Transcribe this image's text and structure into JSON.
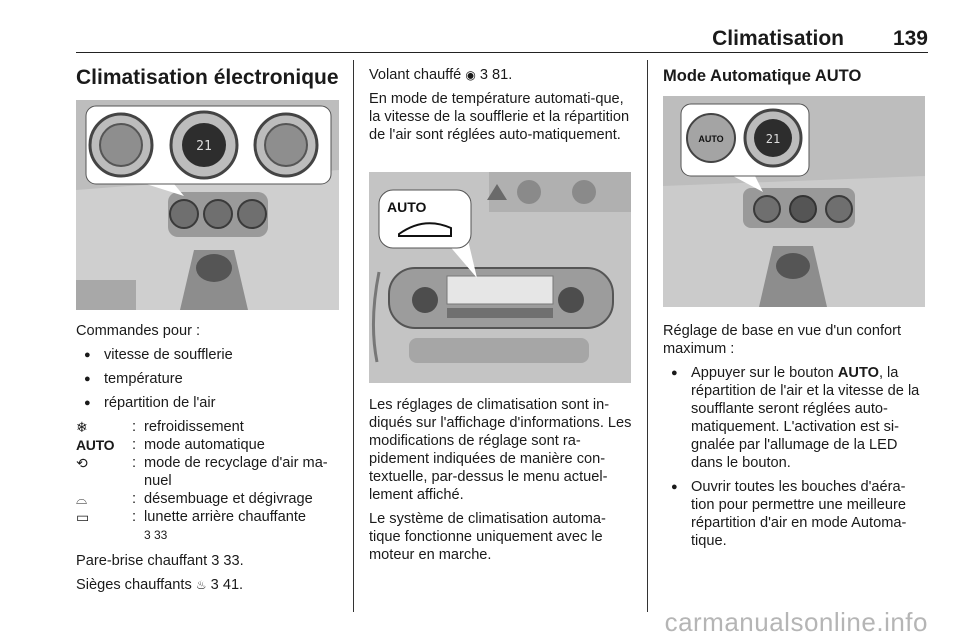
{
  "header": {
    "title": "Climatisation",
    "page": "139"
  },
  "col1": {
    "title": "Climatisation électronique",
    "intro": "Commandes pour :",
    "bullets": [
      "vitesse de soufflerie",
      "température",
      "répartition de l'air"
    ],
    "legend": [
      {
        "icon": "snowflake-icon",
        "symbol": "❄",
        "sep": ":",
        "text": "refroidissement"
      },
      {
        "icon": "auto-label",
        "symbol": "AUTO",
        "sep": ":",
        "text": "mode automatique"
      },
      {
        "icon": "recirculation-icon",
        "symbol": "⟲",
        "sep": ":",
        "text": "mode de recyclage d'air ma-nuel"
      },
      {
        "icon": "windscreen-defrost-icon",
        "symbol": "⌓",
        "sep": ":",
        "text": "désembuage et dégivrage"
      },
      {
        "icon": "rear-window-heat-icon",
        "symbol": "▭",
        "sep": ":",
        "text": "lunette arrière chauffante",
        "ref": "3 33"
      }
    ],
    "windscreen": {
      "text": "Pare-brise chauffant",
      "ref": "3 33."
    },
    "seats": {
      "text": "Sièges chauffants",
      "ref": "3 41."
    }
  },
  "col2": {
    "steering": {
      "text": "Volant chauffé",
      "ref": "3 81."
    },
    "p1": "En mode de température automati-que, la vitesse de la soufflerie et la répartition de l'air sont réglées auto-matiquement.",
    "callout_label": "AUTO",
    "p2": "Les réglages de climatisation sont in-diqués sur l'affichage d'informations. Les modifications de réglage sont ra-pidement indiquées de manière con-textuelle, par-dessus le menu actuel-lement affiché.",
    "p3": "Le système de climatisation automa-tique fonctionne uniquement avec le moteur en marche."
  },
  "col3": {
    "title": "Mode Automatique AUTO",
    "dial_label": "AUTO",
    "intro": "Réglage de base en vue d'un confort maximum :",
    "b1_pre": "Appuyer sur le bouton",
    "b1_bold": "AUTO",
    "b1_post": ", la répartition de l'air et la vitesse de la soufflante seront réglées auto-matiquement. L'activation est si-gnalée par l'allumage de la LED dans le bouton.",
    "b2": "Ouvrir toutes les bouches d'aéra-tion pour permettre une meilleure répartition d'air en mode Automa-tique."
  },
  "watermark": "carmanualsonline.info"
}
